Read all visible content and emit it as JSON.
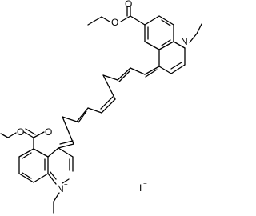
{
  "molecule": {
    "top_quinoline": {
      "ester_oxygen_carbonyl": "O",
      "ester_oxygen_ether": "O",
      "nitrogen": "N"
    },
    "bottom_quinoline": {
      "ester_oxygen_carbonyl": "O",
      "ester_oxygen_ether": "O",
      "nitrogen": "N",
      "nitrogen_charge": "+"
    },
    "counterion": {
      "symbol": "I",
      "charge": "−"
    }
  },
  "colors": {
    "bond": "#000000",
    "background": "#ffffff"
  }
}
